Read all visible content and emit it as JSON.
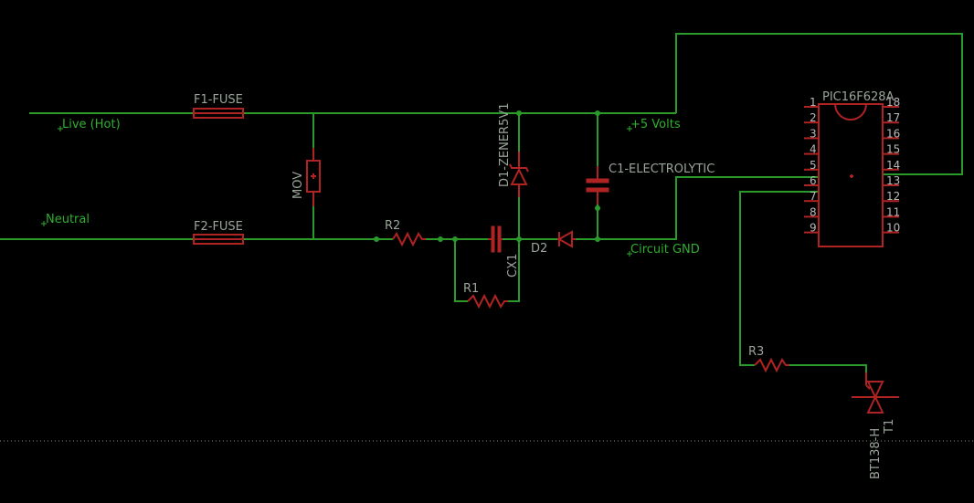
{
  "net_labels": {
    "live": "Live (Hot)",
    "neutral": "Neutral",
    "plus5": "+5 Volts",
    "gnd": "Circuit GND"
  },
  "parts": {
    "f1": "F1-FUSE",
    "f2": "F2-FUSE",
    "mov": "MOV",
    "d1": "D1-ZENER5V1",
    "c1": "C1-ELECTROLYTIC",
    "r2": "R2",
    "r1": "R1",
    "cx1": "CX1",
    "d2": "D2",
    "r3": "R3",
    "t1_name": "T1",
    "t1_value": "BT138-H",
    "ic": "PIC16F628A"
  },
  "ic_pins_left": [
    "1",
    "2",
    "3",
    "4",
    "5",
    "6",
    "7",
    "8",
    "9"
  ],
  "ic_pins_right": [
    "18",
    "17",
    "16",
    "15",
    "14",
    "13",
    "12",
    "11",
    "10"
  ],
  "colors": {
    "background": "#000000",
    "wire": "#2a9a2a",
    "component": "#b02323",
    "label": "#9aa59a",
    "net_label": "#2fae2f"
  }
}
